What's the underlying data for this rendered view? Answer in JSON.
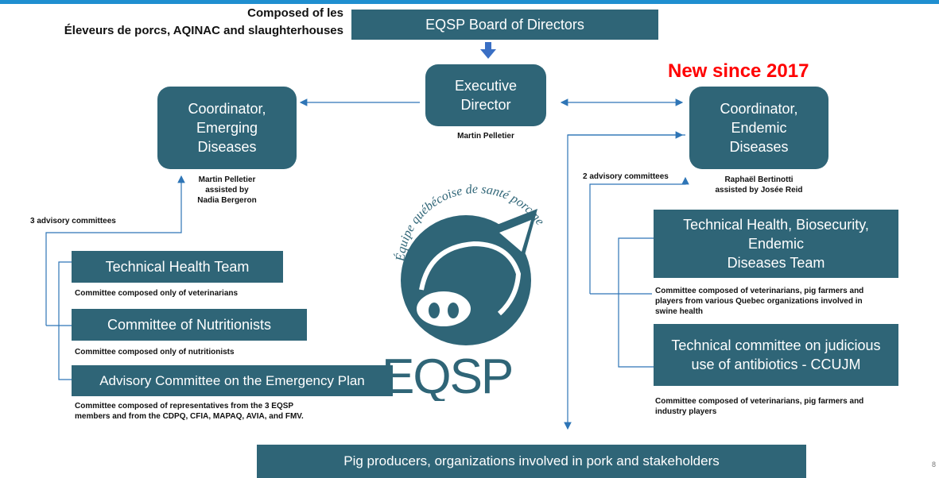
{
  "composed_of": {
    "line1": "Composed of les",
    "line2": "Éleveurs de porcs, AQINAC and slaughterhouses"
  },
  "board": "EQSP Board of Directors",
  "executive": {
    "line1": "Executive",
    "line2": "Director",
    "person": "Martin Pelletier"
  },
  "new_since": "New since 2017",
  "emerging": {
    "line1": "Coordinator,",
    "line2": "Emerging",
    "line3": "Diseases",
    "person1": "Martin Pelletier",
    "person2": "assisted by",
    "person3": "Nadia Bergeron",
    "advisory": "3 advisory committees"
  },
  "endemic": {
    "line1": "Coordinator,",
    "line2": "Endemic",
    "line3": "Diseases",
    "person1": "Raphaël Bertinotti",
    "person2": "assisted by Josée Reid",
    "advisory": "2 advisory committees"
  },
  "left_committees": [
    {
      "label": "Technical Health Team",
      "note": "Committee composed only of veterinarians"
    },
    {
      "label": "Committee of  Nutritionists",
      "note": "Committee composed only of nutritionists"
    },
    {
      "label": "Advisory Committee on the Emergency Plan",
      "note1": "Committee composed of representatives from the 3 EQSP",
      "note2": "members and from the CDPQ,  CFIA, MAPAQ, AVIA, and FMV."
    }
  ],
  "right_committees": [
    {
      "line1": "Technical Health, Biosecurity, Endemic",
      "line2": "Diseases  Team",
      "note1": "Committee composed of veterinarians, pig farmers and",
      "note2": "players from various Quebec organizations involved in",
      "note3": "swine health"
    },
    {
      "line1": "Technical committee on judicious",
      "line2": "use of antibiotics - CCUJM",
      "note1": "Committee composed of veterinarians, pig farmers and",
      "note2": "industry players"
    }
  ],
  "bottom": "Pig producers, organizations involved in pork and stakeholders",
  "logo": {
    "arc_text": "Équipe québécoise de santé porcine",
    "wordmark": "EQSP"
  },
  "page_number": "8",
  "colors": {
    "box": "#2f6577",
    "accent": "#1f8fd0",
    "highlight": "#ff0000"
  }
}
